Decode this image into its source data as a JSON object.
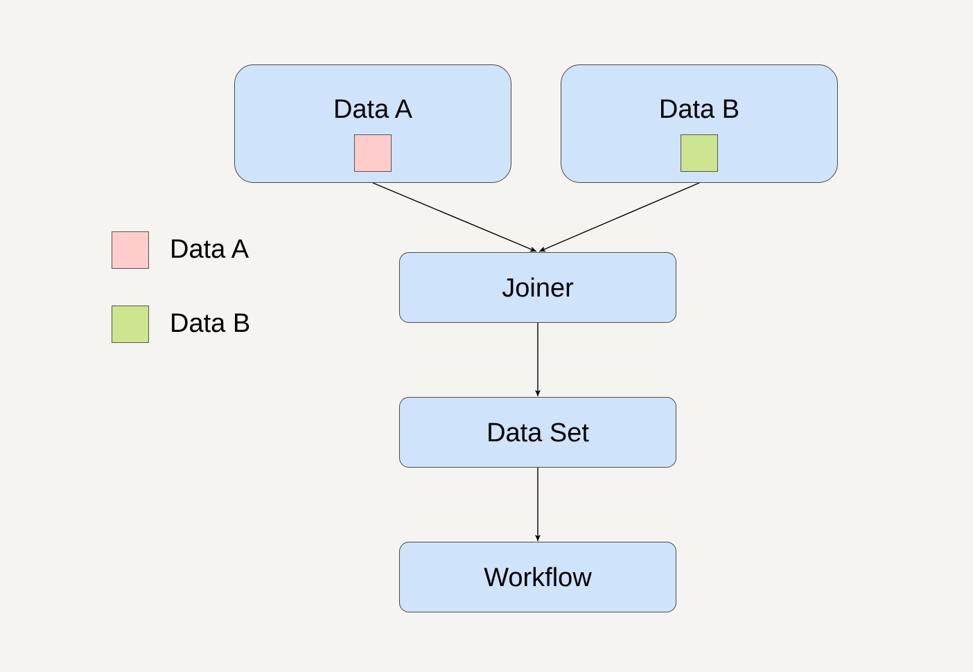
{
  "nodes": {
    "data_a": {
      "label": "Data A",
      "swatch_color": "#ffcccc"
    },
    "data_b": {
      "label": "Data B",
      "swatch_color": "#cde58f"
    },
    "joiner": {
      "label": "Joiner"
    },
    "data_set": {
      "label": "Data Set"
    },
    "workflow": {
      "label": "Workflow"
    }
  },
  "edges": [
    {
      "from": "data_a",
      "to": "joiner"
    },
    {
      "from": "data_b",
      "to": "joiner"
    },
    {
      "from": "joiner",
      "to": "data_set"
    },
    {
      "from": "data_set",
      "to": "workflow"
    }
  ],
  "legend": [
    {
      "label": "Data A",
      "color": "#ffcccc"
    },
    {
      "label": "Data B",
      "color": "#cde58f"
    }
  ],
  "colors": {
    "background": "#f5f4f0",
    "node_fill": "#cfe3fb",
    "node_border": "#4a4a4a",
    "edge": "#000000"
  }
}
